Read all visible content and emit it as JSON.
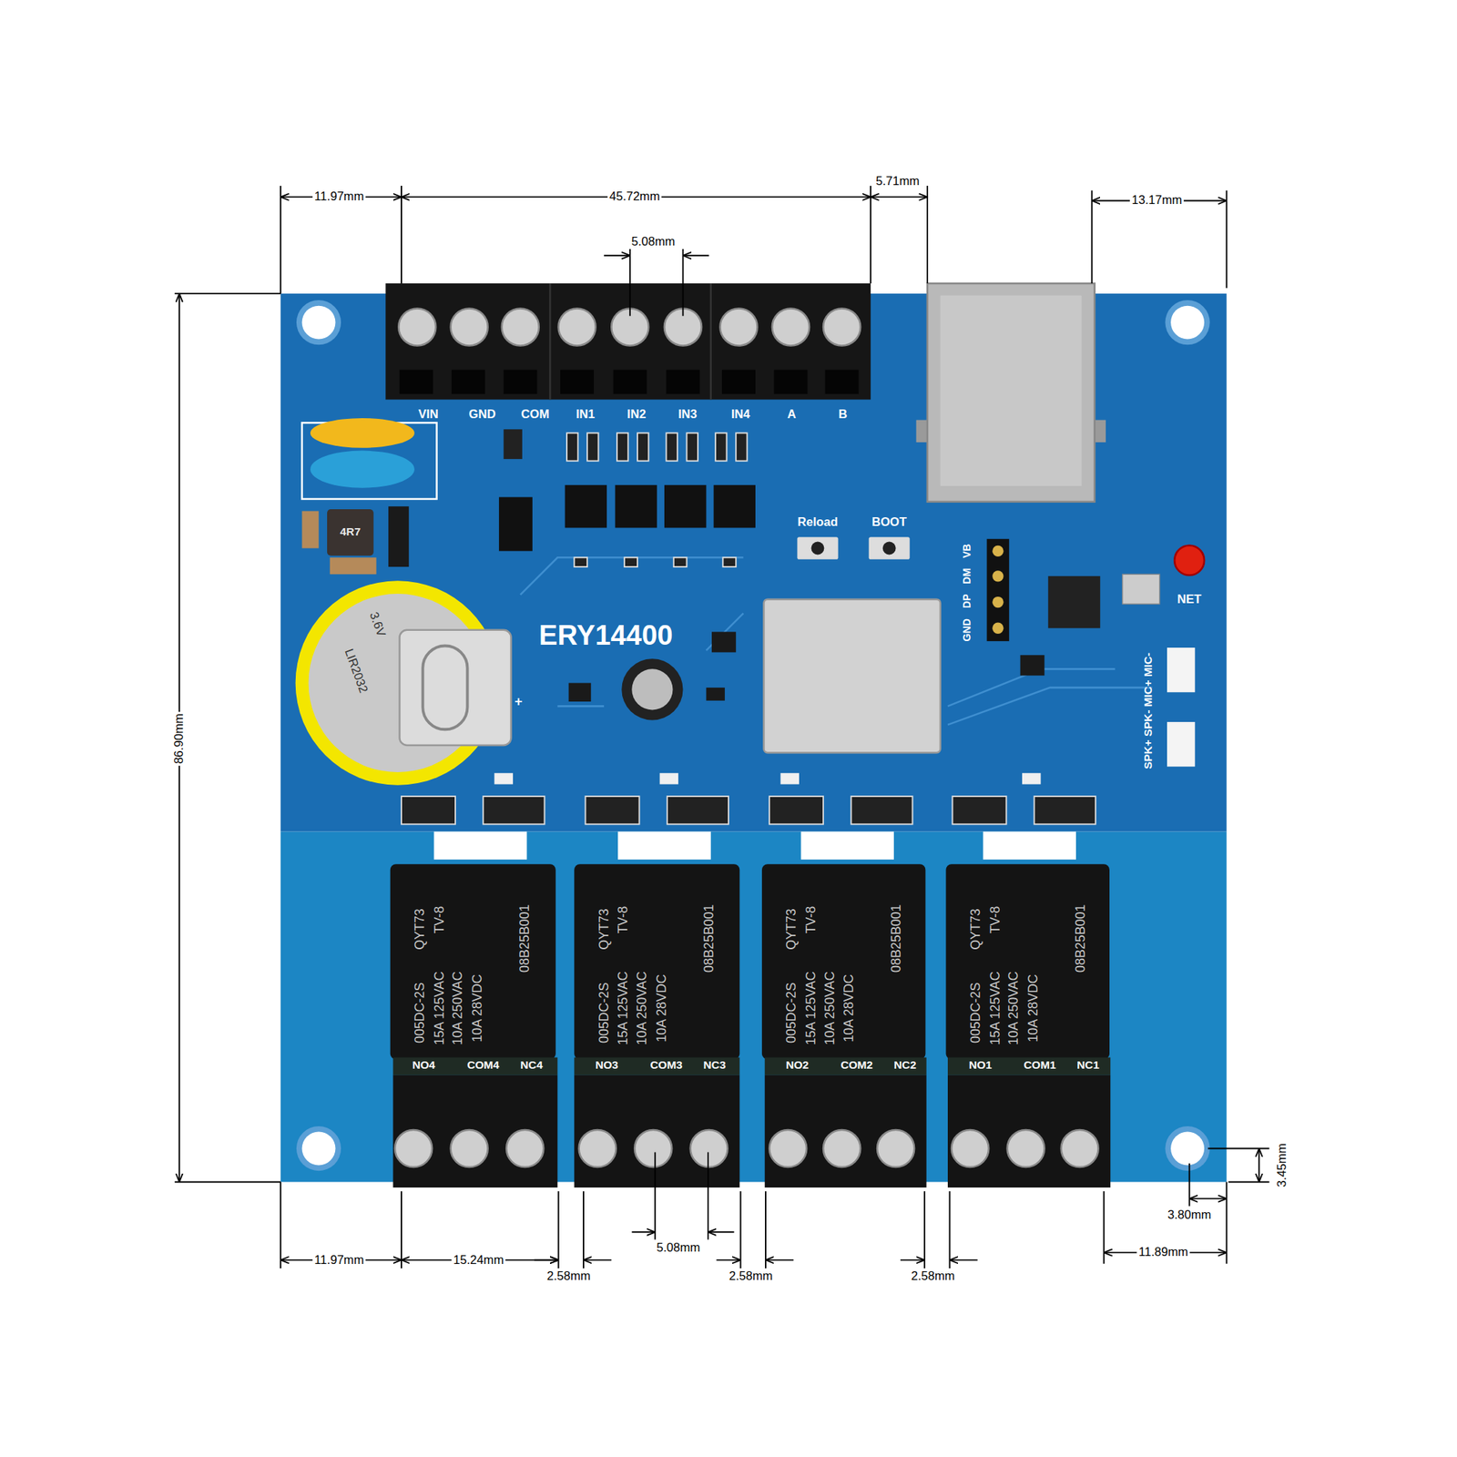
{
  "diagram": {
    "labels": [
      "11.97mm",
      "45.72mm",
      "5.71mm",
      "13.17mm",
      "5.08mm",
      "86.90mm",
      "VIN",
      "GND",
      "COM",
      "IN1",
      "IN2",
      "IN3",
      "IN4",
      "A",
      "B",
      "4R7",
      "Reload",
      "BOOT",
      "VB",
      "DM",
      "DP",
      "GND",
      "ERY14400",
      "LIR2032",
      "3.6V",
      "+",
      "NET",
      "SPK+ SPK- MIC+ MIC-",
      "QYT73",
      "TV-8",
      "005DC-2S",
      "15A 125VAC",
      "10A 250VAC",
      "10A 28VDC",
      "08B25B001",
      "QYT73",
      "TV-8",
      "005DC-2S",
      "15A 125VAC",
      "10A 250VAC",
      "10A 28VDC",
      "08B25B001",
      "QYT73",
      "TV-8",
      "005DC-2S",
      "15A 125VAC",
      "10A 250VAC",
      "10A 28VDC",
      "08B25B001",
      "QYT73",
      "TV-8",
      "005DC-2S",
      "15A 125VAC",
      "10A 250VAC",
      "10A 28VDC",
      "08B25B001",
      "NO4",
      "COM4",
      "NC4",
      "NO3",
      "COM3",
      "NC3",
      "NO2",
      "COM2",
      "NC2",
      "NO1",
      "COM1",
      "NC1",
      "3.45mm",
      "3.80mm",
      "11.97mm",
      "15.24mm",
      "5.08mm",
      "2.58mm",
      "2.58mm",
      "2.58mm",
      "11.89mm"
    ]
  }
}
